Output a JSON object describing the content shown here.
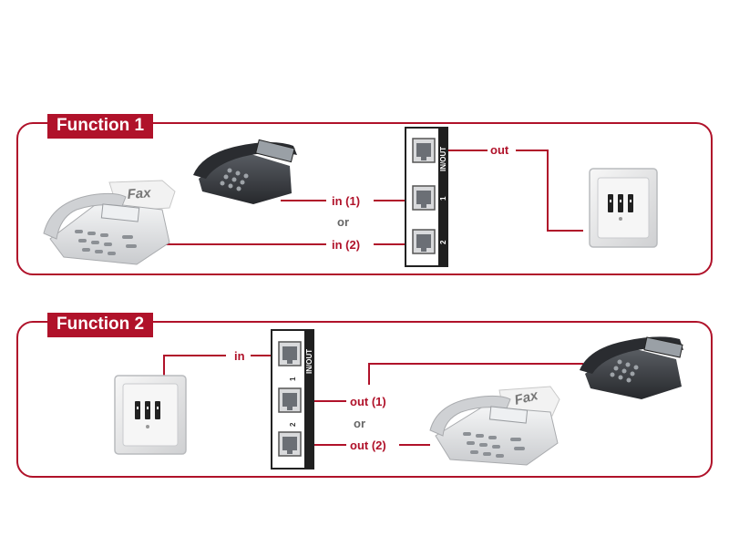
{
  "function1": {
    "title": "Function 1",
    "labels": {
      "out": "out",
      "in1": "in (1)",
      "or": "or",
      "in2": "in (2)"
    },
    "splitter": {
      "inout": "IN/OUT",
      "port1": "1",
      "port2": "2"
    },
    "fax_text": "Fax"
  },
  "function2": {
    "title": "Function 2",
    "labels": {
      "in": "in",
      "out1": "out (1)",
      "or": "or",
      "out2": "out (2)"
    },
    "splitter": {
      "inout": "IN/OUT",
      "port1": "1",
      "port2": "2"
    },
    "fax_text": "Fax"
  },
  "colors": {
    "accent": "#b0122a",
    "dark_phone": "#3a3d42",
    "light_device": "#e4e5e7"
  },
  "icons": [
    "fax-machine-icon",
    "desk-phone-icon",
    "wall-socket-icon",
    "rj11-port-icon"
  ]
}
